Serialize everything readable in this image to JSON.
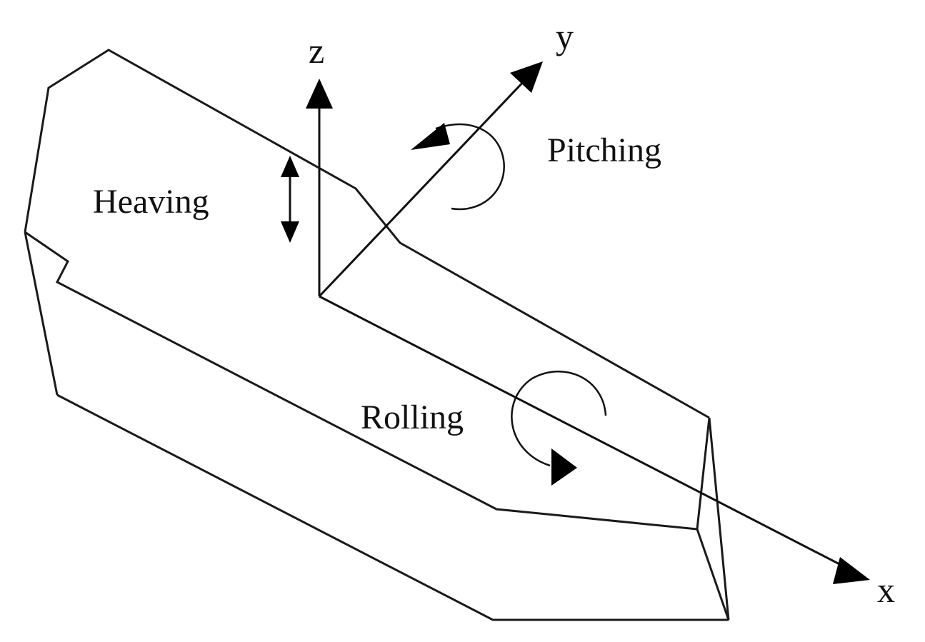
{
  "diagram": {
    "axes": {
      "x": "x",
      "y": "y",
      "z": "z"
    },
    "motions": {
      "heave": "Heaving",
      "pitch": "Pitching",
      "roll": "Rolling"
    },
    "colors": {
      "stroke": "#1a1a1a",
      "background": "#ffffff"
    }
  }
}
